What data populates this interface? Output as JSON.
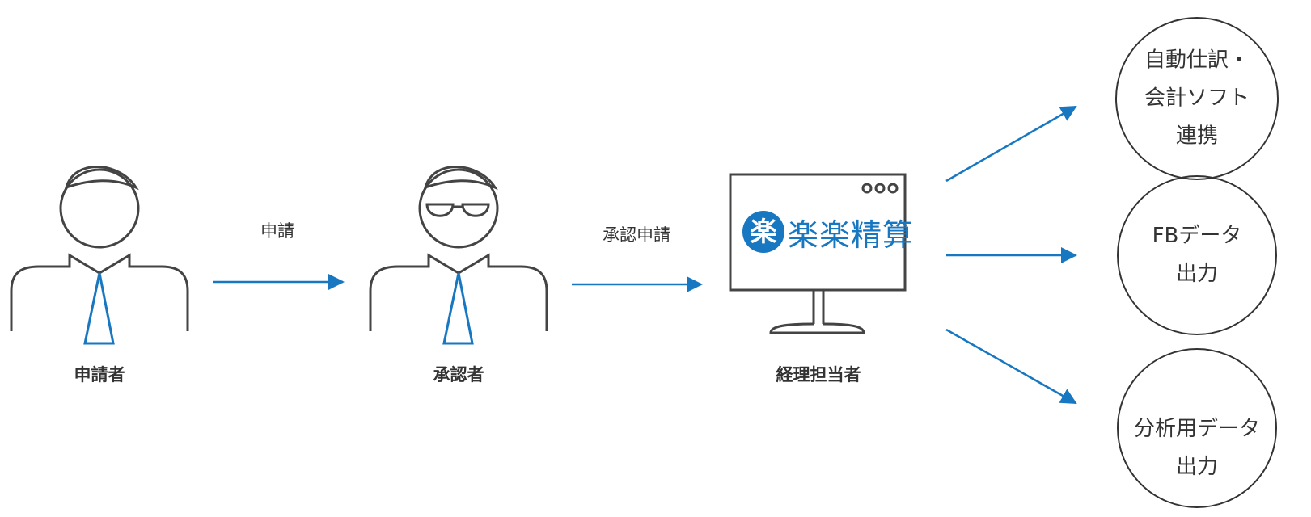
{
  "colors": {
    "stroke": "#333333",
    "accent": "#1777c1",
    "text": "#333333",
    "background": "#ffffff"
  },
  "actors": [
    {
      "id": "applicant",
      "label": "申請者"
    },
    {
      "id": "approver",
      "label": "承認者"
    },
    {
      "id": "accountant",
      "label": "経理担当者"
    }
  ],
  "flows": [
    {
      "label": "申請"
    },
    {
      "label": "承認申請"
    }
  ],
  "app": {
    "logo_mark": "楽",
    "name": "楽楽精算"
  },
  "outputs": [
    {
      "lines": [
        "自動仕訳・",
        "会計ソフト",
        "連携"
      ]
    },
    {
      "lines": [
        "FBデータ",
        "出力"
      ]
    },
    {
      "lines": [
        "分析用データ",
        "出力"
      ]
    }
  ]
}
